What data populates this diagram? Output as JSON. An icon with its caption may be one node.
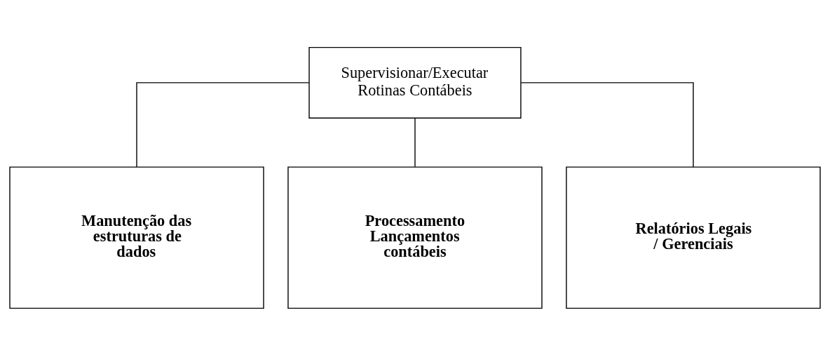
{
  "diagram": {
    "nodes": [
      {
        "text": [
          "Supervisionar/Executar Rotinas Contábeis"
        ]
      },
      {
        "text": [
          "Manutenção das estruturas de dados"
        ]
      },
      {
        "text": [
          "Processamento Lançamentos contábeis"
        ]
      },
      {
        "text": [
          "Relatórios Legais / Gerenciais"
        ]
      }
    ],
    "edges": [
      {
        "from": 0,
        "to": 1,
        "arrow": "none"
      },
      {
        "from": 0,
        "to": 2,
        "arrow": "none"
      },
      {
        "from": 0,
        "to": 3,
        "arrow": "none"
      }
    ]
  }
}
